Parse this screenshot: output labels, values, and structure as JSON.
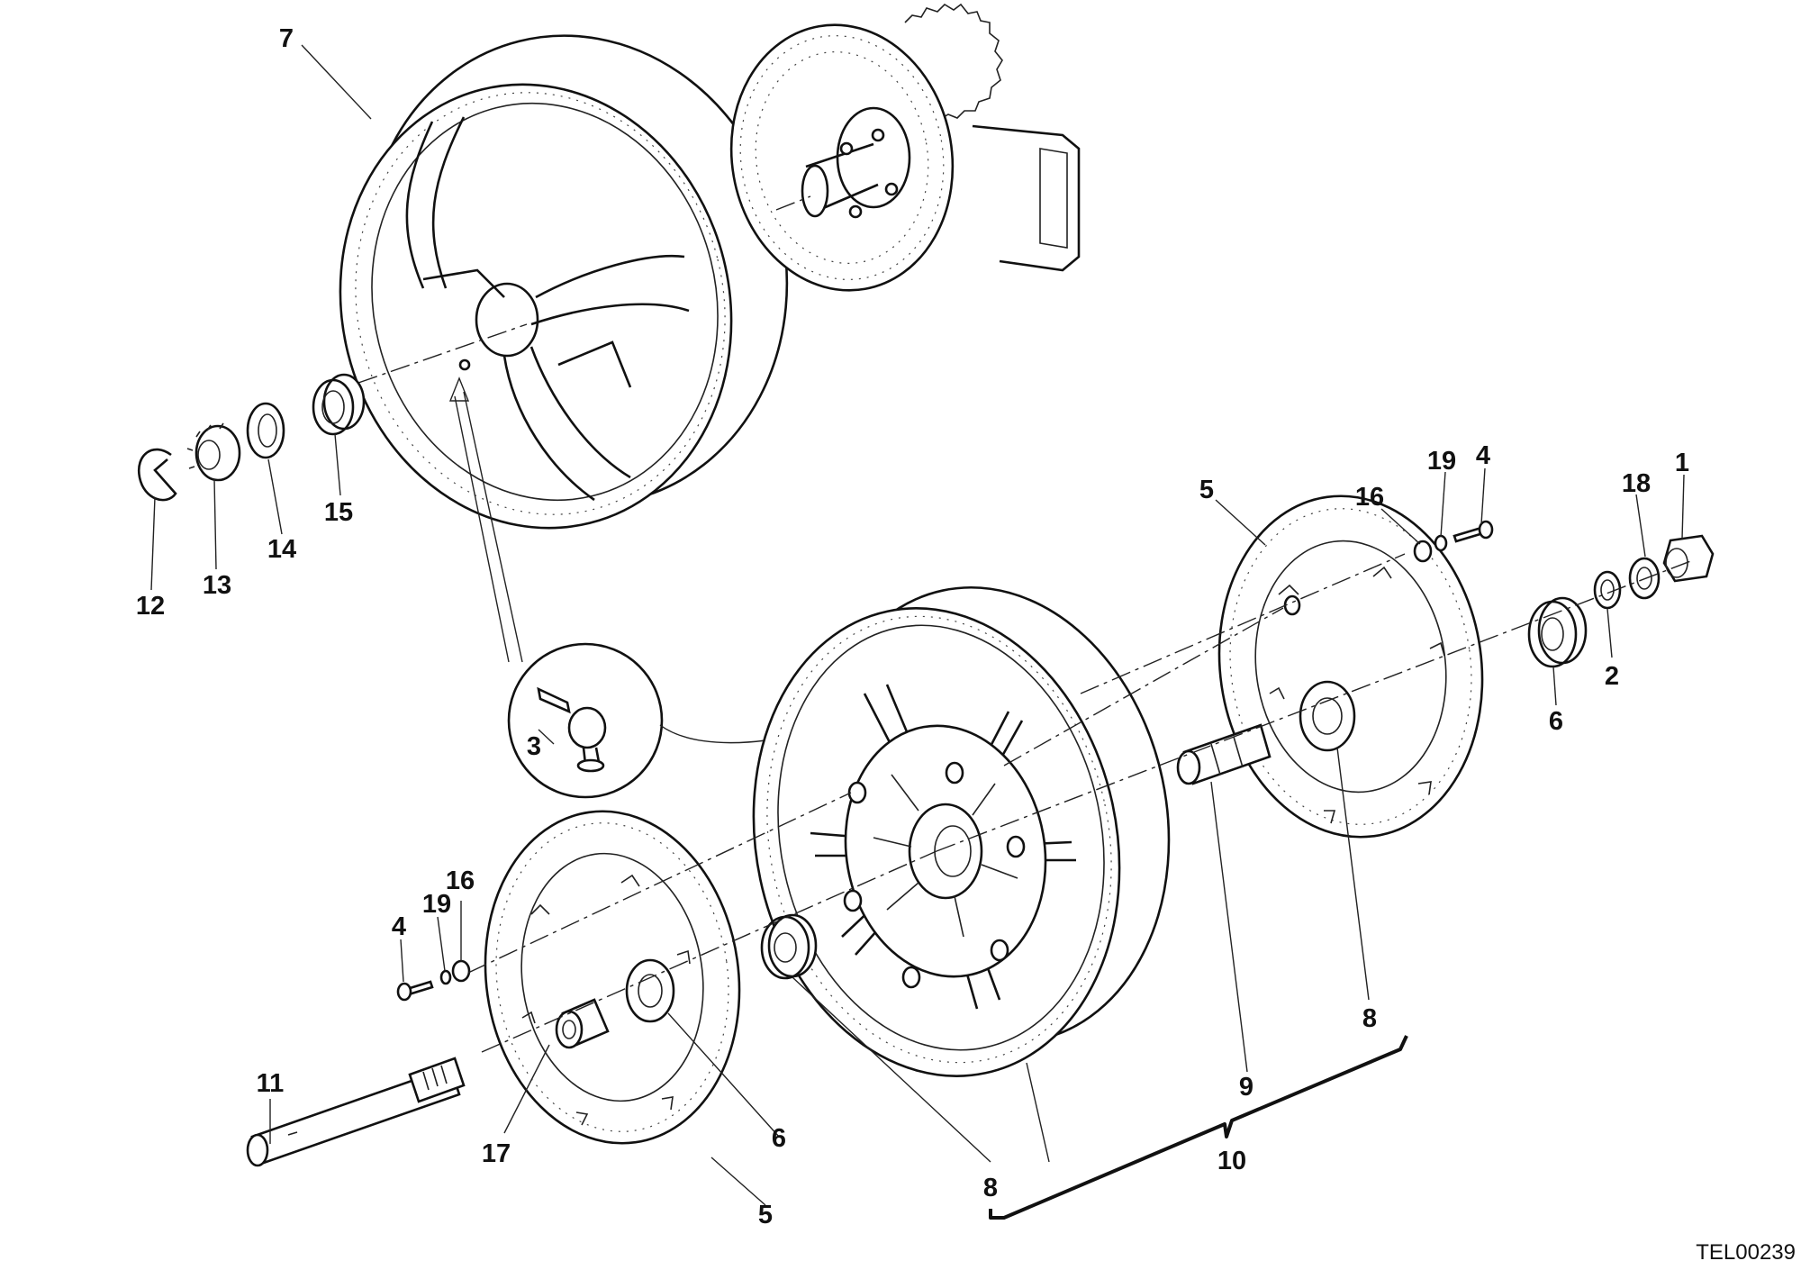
{
  "diagram": {
    "drawing_code": "TEL00239",
    "callouts": [
      "7",
      "12",
      "13",
      "14",
      "15",
      "5",
      "16",
      "19",
      "4",
      "18",
      "1",
      "2",
      "6",
      "3",
      "8",
      "9",
      "10",
      "11",
      "17"
    ]
  }
}
